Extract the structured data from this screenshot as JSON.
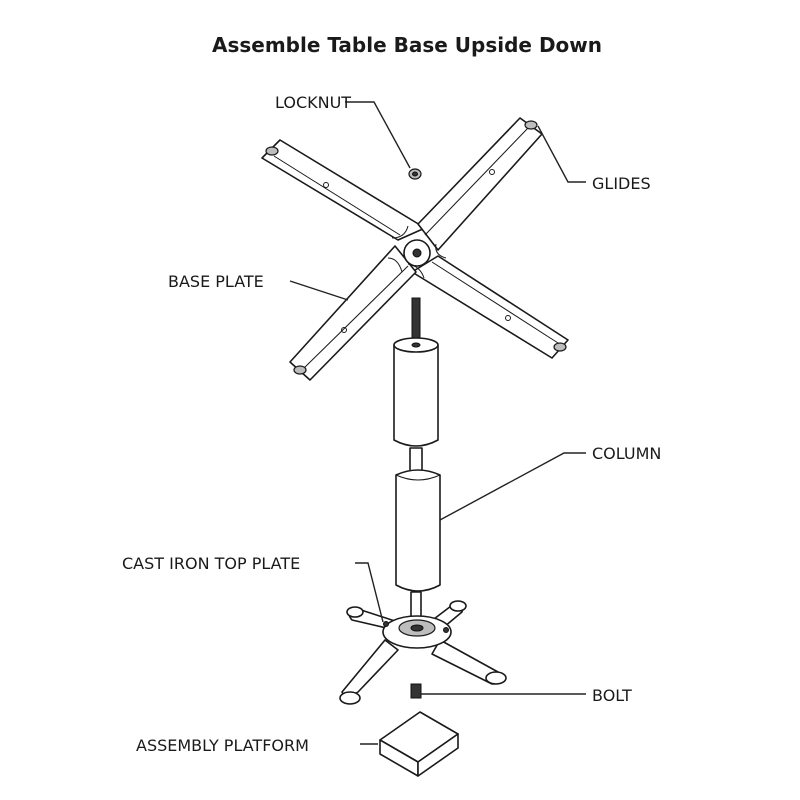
{
  "title": "Assemble Table Base Upside Down",
  "labels": {
    "locknut": "LOCKNUT",
    "glides": "GLIDES",
    "base_plate": "BASE PLATE",
    "column": "COLUMN",
    "cast_iron_top_plate": "CAST IRON TOP PLATE",
    "bolt": "BOLT",
    "assembly_platform": "ASSEMBLY PLATFORM"
  }
}
